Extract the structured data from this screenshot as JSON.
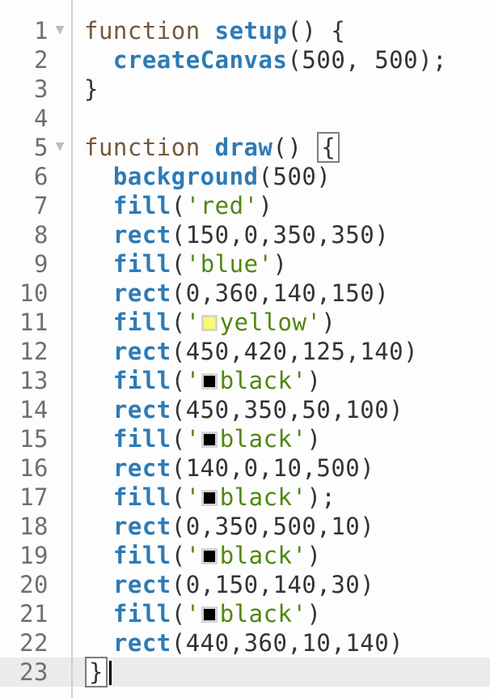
{
  "app": {
    "name": "p5.js code editor pane"
  },
  "colors": {
    "background": "#FDFDFD",
    "active_line": "#EBEBEB",
    "keyword": "#74593A",
    "function": "#2D7BB6",
    "string": "#4F870F",
    "plain": "#333333",
    "line_number": "#6F6F6F",
    "fold_arrow": "#BFBBB5",
    "gutter_border": "#CFCFCF",
    "bracket_border": "#7C7C7C",
    "swatch_border": "#D4D4D4",
    "swatch_yellow": "#FAFA6E",
    "swatch_black": "#000000",
    "cursor": "#000000"
  },
  "editor": {
    "fold_arrow_glyph": "▼",
    "lines": [
      {
        "number": 1,
        "fold": true,
        "tokens": [
          {
            "text": "function ",
            "type": "keyword"
          },
          {
            "text": "setup",
            "type": "function"
          },
          {
            "text": "() {",
            "type": "plain"
          }
        ]
      },
      {
        "number": 2,
        "tokens": [
          {
            "text": "  ",
            "type": "plain"
          },
          {
            "text": "createCanvas",
            "type": "function"
          },
          {
            "text": "(500, 500);",
            "type": "plain"
          }
        ]
      },
      {
        "number": 3,
        "tokens": [
          {
            "text": "}",
            "type": "plain"
          }
        ]
      },
      {
        "number": 4,
        "tokens": []
      },
      {
        "number": 5,
        "fold": true,
        "tokens": [
          {
            "text": "function ",
            "type": "keyword"
          },
          {
            "text": "draw",
            "type": "function"
          },
          {
            "text": "() ",
            "type": "plain"
          },
          {
            "text": "{",
            "type": "bracket"
          }
        ]
      },
      {
        "number": 6,
        "tokens": [
          {
            "text": "  ",
            "type": "plain"
          },
          {
            "text": "background",
            "type": "function"
          },
          {
            "text": "(500)",
            "type": "plain"
          }
        ]
      },
      {
        "number": 7,
        "tokens": [
          {
            "text": "  ",
            "type": "plain"
          },
          {
            "text": "fill",
            "type": "function"
          },
          {
            "text": "(",
            "type": "plain"
          },
          {
            "text": "'red'",
            "type": "string"
          },
          {
            "text": ")",
            "type": "plain"
          }
        ]
      },
      {
        "number": 8,
        "tokens": [
          {
            "text": "  ",
            "type": "plain"
          },
          {
            "text": "rect",
            "type": "function"
          },
          {
            "text": "(150,0,350,350)",
            "type": "plain"
          }
        ]
      },
      {
        "number": 9,
        "tokens": [
          {
            "text": "  ",
            "type": "plain"
          },
          {
            "text": "fill",
            "type": "function"
          },
          {
            "text": "(",
            "type": "plain"
          },
          {
            "text": "'blue'",
            "type": "string"
          },
          {
            "text": ")",
            "type": "plain"
          }
        ]
      },
      {
        "number": 10,
        "tokens": [
          {
            "text": "  ",
            "type": "plain"
          },
          {
            "text": "rect",
            "type": "function"
          },
          {
            "text": "(0,360,140,150)",
            "type": "plain"
          }
        ]
      },
      {
        "number": 11,
        "tokens": [
          {
            "text": "  ",
            "type": "plain"
          },
          {
            "text": "fill",
            "type": "function"
          },
          {
            "text": "(",
            "type": "plain"
          },
          {
            "text": "'",
            "type": "string"
          },
          {
            "type": "swatch",
            "color": "#FAFA6E",
            "colorName": "yellow"
          },
          {
            "text": "yellow'",
            "type": "string"
          },
          {
            "text": ")",
            "type": "plain"
          }
        ]
      },
      {
        "number": 12,
        "tokens": [
          {
            "text": "  ",
            "type": "plain"
          },
          {
            "text": "rect",
            "type": "function"
          },
          {
            "text": "(450,420,125,140)",
            "type": "plain"
          }
        ]
      },
      {
        "number": 13,
        "tokens": [
          {
            "text": "  ",
            "type": "plain"
          },
          {
            "text": "fill",
            "type": "function"
          },
          {
            "text": "(",
            "type": "plain"
          },
          {
            "text": "'",
            "type": "string"
          },
          {
            "type": "swatch",
            "color": "#000000",
            "colorName": "black"
          },
          {
            "text": "black'",
            "type": "string"
          },
          {
            "text": ")",
            "type": "plain"
          }
        ]
      },
      {
        "number": 14,
        "tokens": [
          {
            "text": "  ",
            "type": "plain"
          },
          {
            "text": "rect",
            "type": "function"
          },
          {
            "text": "(450,350,50,100)",
            "type": "plain"
          }
        ]
      },
      {
        "number": 15,
        "tokens": [
          {
            "text": "  ",
            "type": "plain"
          },
          {
            "text": "fill",
            "type": "function"
          },
          {
            "text": "(",
            "type": "plain"
          },
          {
            "text": "'",
            "type": "string"
          },
          {
            "type": "swatch",
            "color": "#000000",
            "colorName": "black"
          },
          {
            "text": "black'",
            "type": "string"
          },
          {
            "text": ")",
            "type": "plain"
          }
        ]
      },
      {
        "number": 16,
        "tokens": [
          {
            "text": "  ",
            "type": "plain"
          },
          {
            "text": "rect",
            "type": "function"
          },
          {
            "text": "(140,0,10,500)",
            "type": "plain"
          }
        ]
      },
      {
        "number": 17,
        "tokens": [
          {
            "text": "  ",
            "type": "plain"
          },
          {
            "text": "fill",
            "type": "function"
          },
          {
            "text": "(",
            "type": "plain"
          },
          {
            "text": "'",
            "type": "string"
          },
          {
            "type": "swatch",
            "color": "#000000",
            "colorName": "black"
          },
          {
            "text": "black'",
            "type": "string"
          },
          {
            "text": ");",
            "type": "plain"
          }
        ]
      },
      {
        "number": 18,
        "tokens": [
          {
            "text": "  ",
            "type": "plain"
          },
          {
            "text": "rect",
            "type": "function"
          },
          {
            "text": "(0,350,500,10)",
            "type": "plain"
          }
        ]
      },
      {
        "number": 19,
        "tokens": [
          {
            "text": "  ",
            "type": "plain"
          },
          {
            "text": "fill",
            "type": "function"
          },
          {
            "text": "(",
            "type": "plain"
          },
          {
            "text": "'",
            "type": "string"
          },
          {
            "type": "swatch",
            "color": "#000000",
            "colorName": "black"
          },
          {
            "text": "black'",
            "type": "string"
          },
          {
            "text": ")",
            "type": "plain"
          }
        ]
      },
      {
        "number": 20,
        "tokens": [
          {
            "text": "  ",
            "type": "plain"
          },
          {
            "text": "rect",
            "type": "function"
          },
          {
            "text": "(0,150,140,30)",
            "type": "plain"
          }
        ]
      },
      {
        "number": 21,
        "tokens": [
          {
            "text": "  ",
            "type": "plain"
          },
          {
            "text": "fill",
            "type": "function"
          },
          {
            "text": "(",
            "type": "plain"
          },
          {
            "text": "'",
            "type": "string"
          },
          {
            "type": "swatch",
            "color": "#000000",
            "colorName": "black"
          },
          {
            "text": "black'",
            "type": "string"
          },
          {
            "text": ")",
            "type": "plain"
          }
        ]
      },
      {
        "number": 22,
        "tokens": [
          {
            "text": "  ",
            "type": "plain"
          },
          {
            "text": "rect",
            "type": "function"
          },
          {
            "text": "(440,360,10,140)",
            "type": "plain"
          }
        ]
      },
      {
        "number": 23,
        "active": true,
        "tokens": [
          {
            "text": "}",
            "type": "bracket"
          },
          {
            "type": "cursor"
          }
        ]
      }
    ]
  }
}
